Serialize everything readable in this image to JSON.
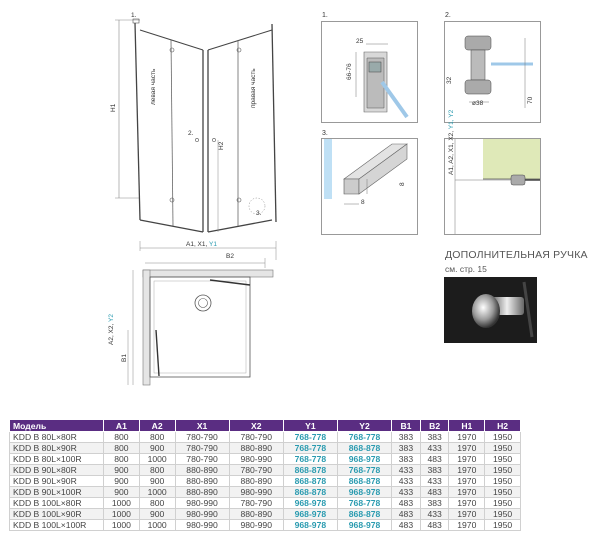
{
  "front_view": {
    "label_left_panel": "левая часть",
    "label_right_panel": "правая часть",
    "h1": "H1",
    "h2": "H2",
    "callout_1": "1.",
    "callout_2": "2.",
    "callout_3": "3.",
    "bottom_dim_prefix": "A1, X1,",
    "bottom_dim_y": "Y1",
    "b2": "B2"
  },
  "plan_view": {
    "side_dim_prefix": "A2, X2,",
    "side_dim_y": "Y2",
    "b1": "B1"
  },
  "details": {
    "d1": {
      "num": "1.",
      "dim_a": "25",
      "dim_b": "66-76"
    },
    "d2": {
      "num": "2.",
      "dim_a": "32",
      "dim_b": "ø38",
      "dim_c": "70"
    },
    "d3": {
      "num": "3.",
      "dim_a": "8",
      "dim_b": "8"
    },
    "d4": {
      "dims_prefix": "A1, A2,",
      "dims_x": "X1, X2,",
      "dims_y": "Y1, Y2"
    }
  },
  "extra_handle": {
    "title": "ДОПОЛНИТЕЛЬНАЯ РУЧКА",
    "subtitle": "см. стр. 15"
  },
  "table": {
    "headers": [
      "Модель",
      "A1",
      "A2",
      "X1",
      "X2",
      "Y1",
      "Y2",
      "B1",
      "B2",
      "H1",
      "H2"
    ],
    "rows": [
      [
        "KDD B 80L×80R",
        "800",
        "800",
        "780-790",
        "780-790",
        "768-778",
        "768-778",
        "383",
        "383",
        "1970",
        "1950"
      ],
      [
        "KDD B 80L×90R",
        "800",
        "900",
        "780-790",
        "880-890",
        "768-778",
        "868-878",
        "383",
        "433",
        "1970",
        "1950"
      ],
      [
        "KDD B 80L×100R",
        "800",
        "1000",
        "780-790",
        "980-990",
        "768-778",
        "968-978",
        "383",
        "483",
        "1970",
        "1950"
      ],
      [
        "KDD B 90L×80R",
        "900",
        "800",
        "880-890",
        "780-790",
        "868-878",
        "768-778",
        "433",
        "383",
        "1970",
        "1950"
      ],
      [
        "KDD B 90L×90R",
        "900",
        "900",
        "880-890",
        "880-890",
        "868-878",
        "868-878",
        "433",
        "433",
        "1970",
        "1950"
      ],
      [
        "KDD B 90L×100R",
        "900",
        "1000",
        "880-890",
        "980-990",
        "868-878",
        "968-978",
        "433",
        "483",
        "1970",
        "1950"
      ],
      [
        "KDD B 100L×80R",
        "1000",
        "800",
        "980-990",
        "780-790",
        "968-978",
        "768-778",
        "483",
        "383",
        "1970",
        "1950"
      ],
      [
        "KDD B 100L×90R",
        "1000",
        "900",
        "980-990",
        "880-890",
        "968-978",
        "868-878",
        "483",
        "433",
        "1970",
        "1950"
      ],
      [
        "KDD B 100L×100R",
        "1000",
        "1000",
        "980-990",
        "980-990",
        "968-978",
        "968-978",
        "483",
        "483",
        "1970",
        "1950"
      ]
    ]
  }
}
